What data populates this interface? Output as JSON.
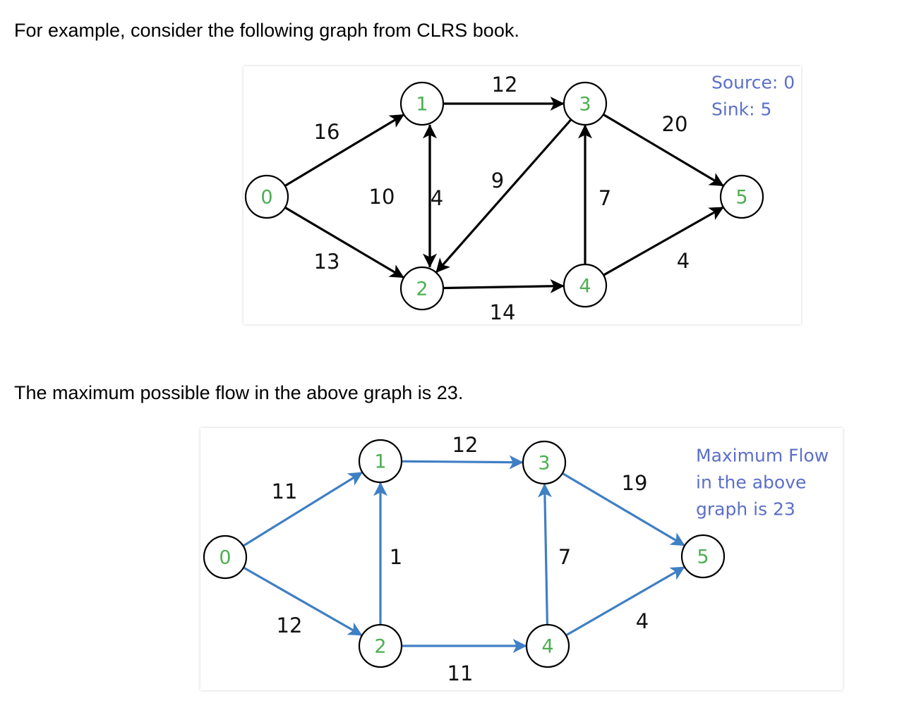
{
  "paragraphs": {
    "intro": "For example, consider the following graph from CLRS book.",
    "result": "The maximum possible flow in the above graph is 23."
  },
  "colors": {
    "node_label": "#4caf50",
    "note_text": "#5b6fc9",
    "flow_edge": "#3f7fc4",
    "capacity_edge": "#000000"
  },
  "graph_1": {
    "notes": [
      "Source: 0",
      "Sink: 5"
    ],
    "nodes": [
      "0",
      "1",
      "2",
      "3",
      "4",
      "5"
    ],
    "edges": [
      {
        "from": "0",
        "to": "1",
        "label": "16"
      },
      {
        "from": "0",
        "to": "2",
        "label": "13"
      },
      {
        "from": "1",
        "to": "3",
        "label": "12"
      },
      {
        "from": "1",
        "to": "2",
        "label": "10"
      },
      {
        "from": "2",
        "to": "1",
        "label": "4"
      },
      {
        "from": "3",
        "to": "2",
        "label": "9"
      },
      {
        "from": "2",
        "to": "4",
        "label": "14"
      },
      {
        "from": "4",
        "to": "3",
        "label": "7"
      },
      {
        "from": "3",
        "to": "5",
        "label": "20"
      },
      {
        "from": "4",
        "to": "5",
        "label": "4"
      }
    ]
  },
  "graph_2": {
    "notes": [
      "Maximum Flow",
      "in the above",
      "graph is 23"
    ],
    "nodes": [
      "0",
      "1",
      "2",
      "3",
      "4",
      "5"
    ],
    "edges": [
      {
        "from": "0",
        "to": "1",
        "label": "11"
      },
      {
        "from": "0",
        "to": "2",
        "label": "12"
      },
      {
        "from": "1",
        "to": "3",
        "label": "12"
      },
      {
        "from": "2",
        "to": "1",
        "label": "1"
      },
      {
        "from": "2",
        "to": "4",
        "label": "11"
      },
      {
        "from": "4",
        "to": "3",
        "label": "7"
      },
      {
        "from": "3",
        "to": "5",
        "label": "19"
      },
      {
        "from": "4",
        "to": "5",
        "label": "4"
      }
    ]
  }
}
